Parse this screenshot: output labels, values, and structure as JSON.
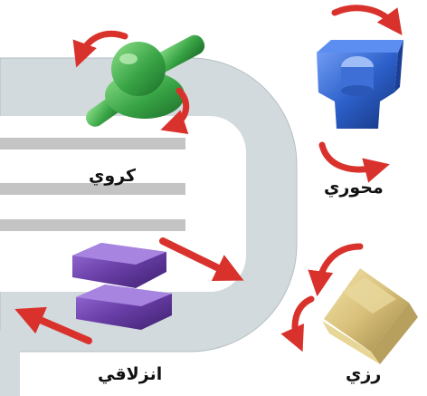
{
  "labels": {
    "ball_and_socket": "كروي",
    "pivot": "محوري",
    "gliding": "انزلاقي",
    "hinge": "رزي"
  },
  "colors": {
    "bone_band": "#d2dadd",
    "bone_band_edge": "#9aa7ae",
    "arrow": "#d9322c",
    "ball_joint": "#3aa24a",
    "pivot_joint": "#2c5fc9",
    "gliding_joint": "#6a3fa8",
    "hinge_joint": "#d8c07a",
    "stripe": "#c4c4c4"
  },
  "icons": [
    "ball-joint-icon",
    "pivot-joint-icon",
    "gliding-joint-icon",
    "hinge-joint-icon",
    "rotation-arrow-icon"
  ]
}
